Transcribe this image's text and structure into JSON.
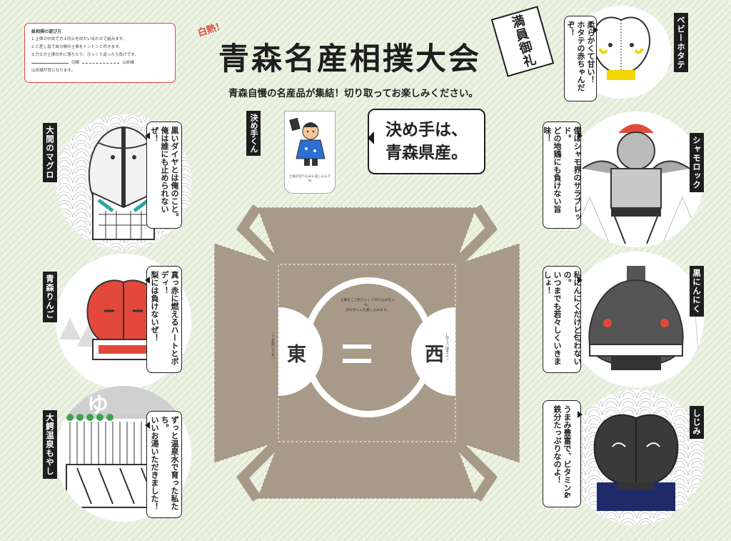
{
  "rules": {
    "title": "紙相撲の遊び方",
    "steps": [
      "1.土俵の中央で力士同士を向かい合わせで組みます。",
      "2.人差し指で自分側の土俵をトントンと叩きます。",
      "3.力士が土俵の外に落ちたり、ひっくり返ったら負けです。"
    ],
    "legend_cut": "切線",
    "legend_valley": "山折線",
    "legend_note": "山折線が背になります。"
  },
  "header": {
    "badge": "白熱！",
    "title": "青森名産相撲大会",
    "stamp": "満員御礼",
    "subtitle": "青森自慢の名産品が集結！切り取ってお楽しみください。"
  },
  "catch": {
    "line1": "決め手は、",
    "line2": "青森県産。"
  },
  "kimete": {
    "label": "決め手くん",
    "note": "土俵の切り込みに差し込んでね"
  },
  "ring": {
    "note_line1": "土俵をこう折りにして切り込みを入れ、",
    "note_line2": "決め手くんを差し込みます。",
    "east": "東",
    "west": "西",
    "east_small": "ここを叩いてね！",
    "west_small": "ここを叩いてね！"
  },
  "wrestlers_left": [
    {
      "name": "大間のマグロ",
      "speech": "黒いダイヤとは俺のこと。\n俺は誰にも止められないぜ！"
    },
    {
      "name": "青森りんご",
      "speech": "真っ赤に燃えるハートとボディ！\n梨には負けないぜ！"
    },
    {
      "name": "大鰐温泉もやし",
      "speech": "ずっと温泉水で育った私たち。\nいいお湯いただきました！"
    }
  ],
  "wrestlers_right": [
    {
      "name": "ベビーホタテ",
      "speech": "柔らかくて甘い！\nホタテの赤ちゃんだぞ！"
    },
    {
      "name": "シャモロック",
      "speech": "僕はシャモ界のサラブレッド。\nどの地鶏にも負けない旨味！"
    },
    {
      "name": "黒にんにく",
      "speech": "私にんにくだけど匂わないの。\nいつまでも若々しくいきましょ！"
    },
    {
      "name": "しじみ",
      "speech": "うまみ豊富で、ビタミン&\n鉄分たっぷりなのよ！"
    }
  ],
  "onsen_glyph": "ゆ",
  "colors": {
    "accent_red": "#e2493a",
    "ring_brown": "#a89a89",
    "ink": "#1e1e1e",
    "bg_green": "#edf3e4"
  }
}
